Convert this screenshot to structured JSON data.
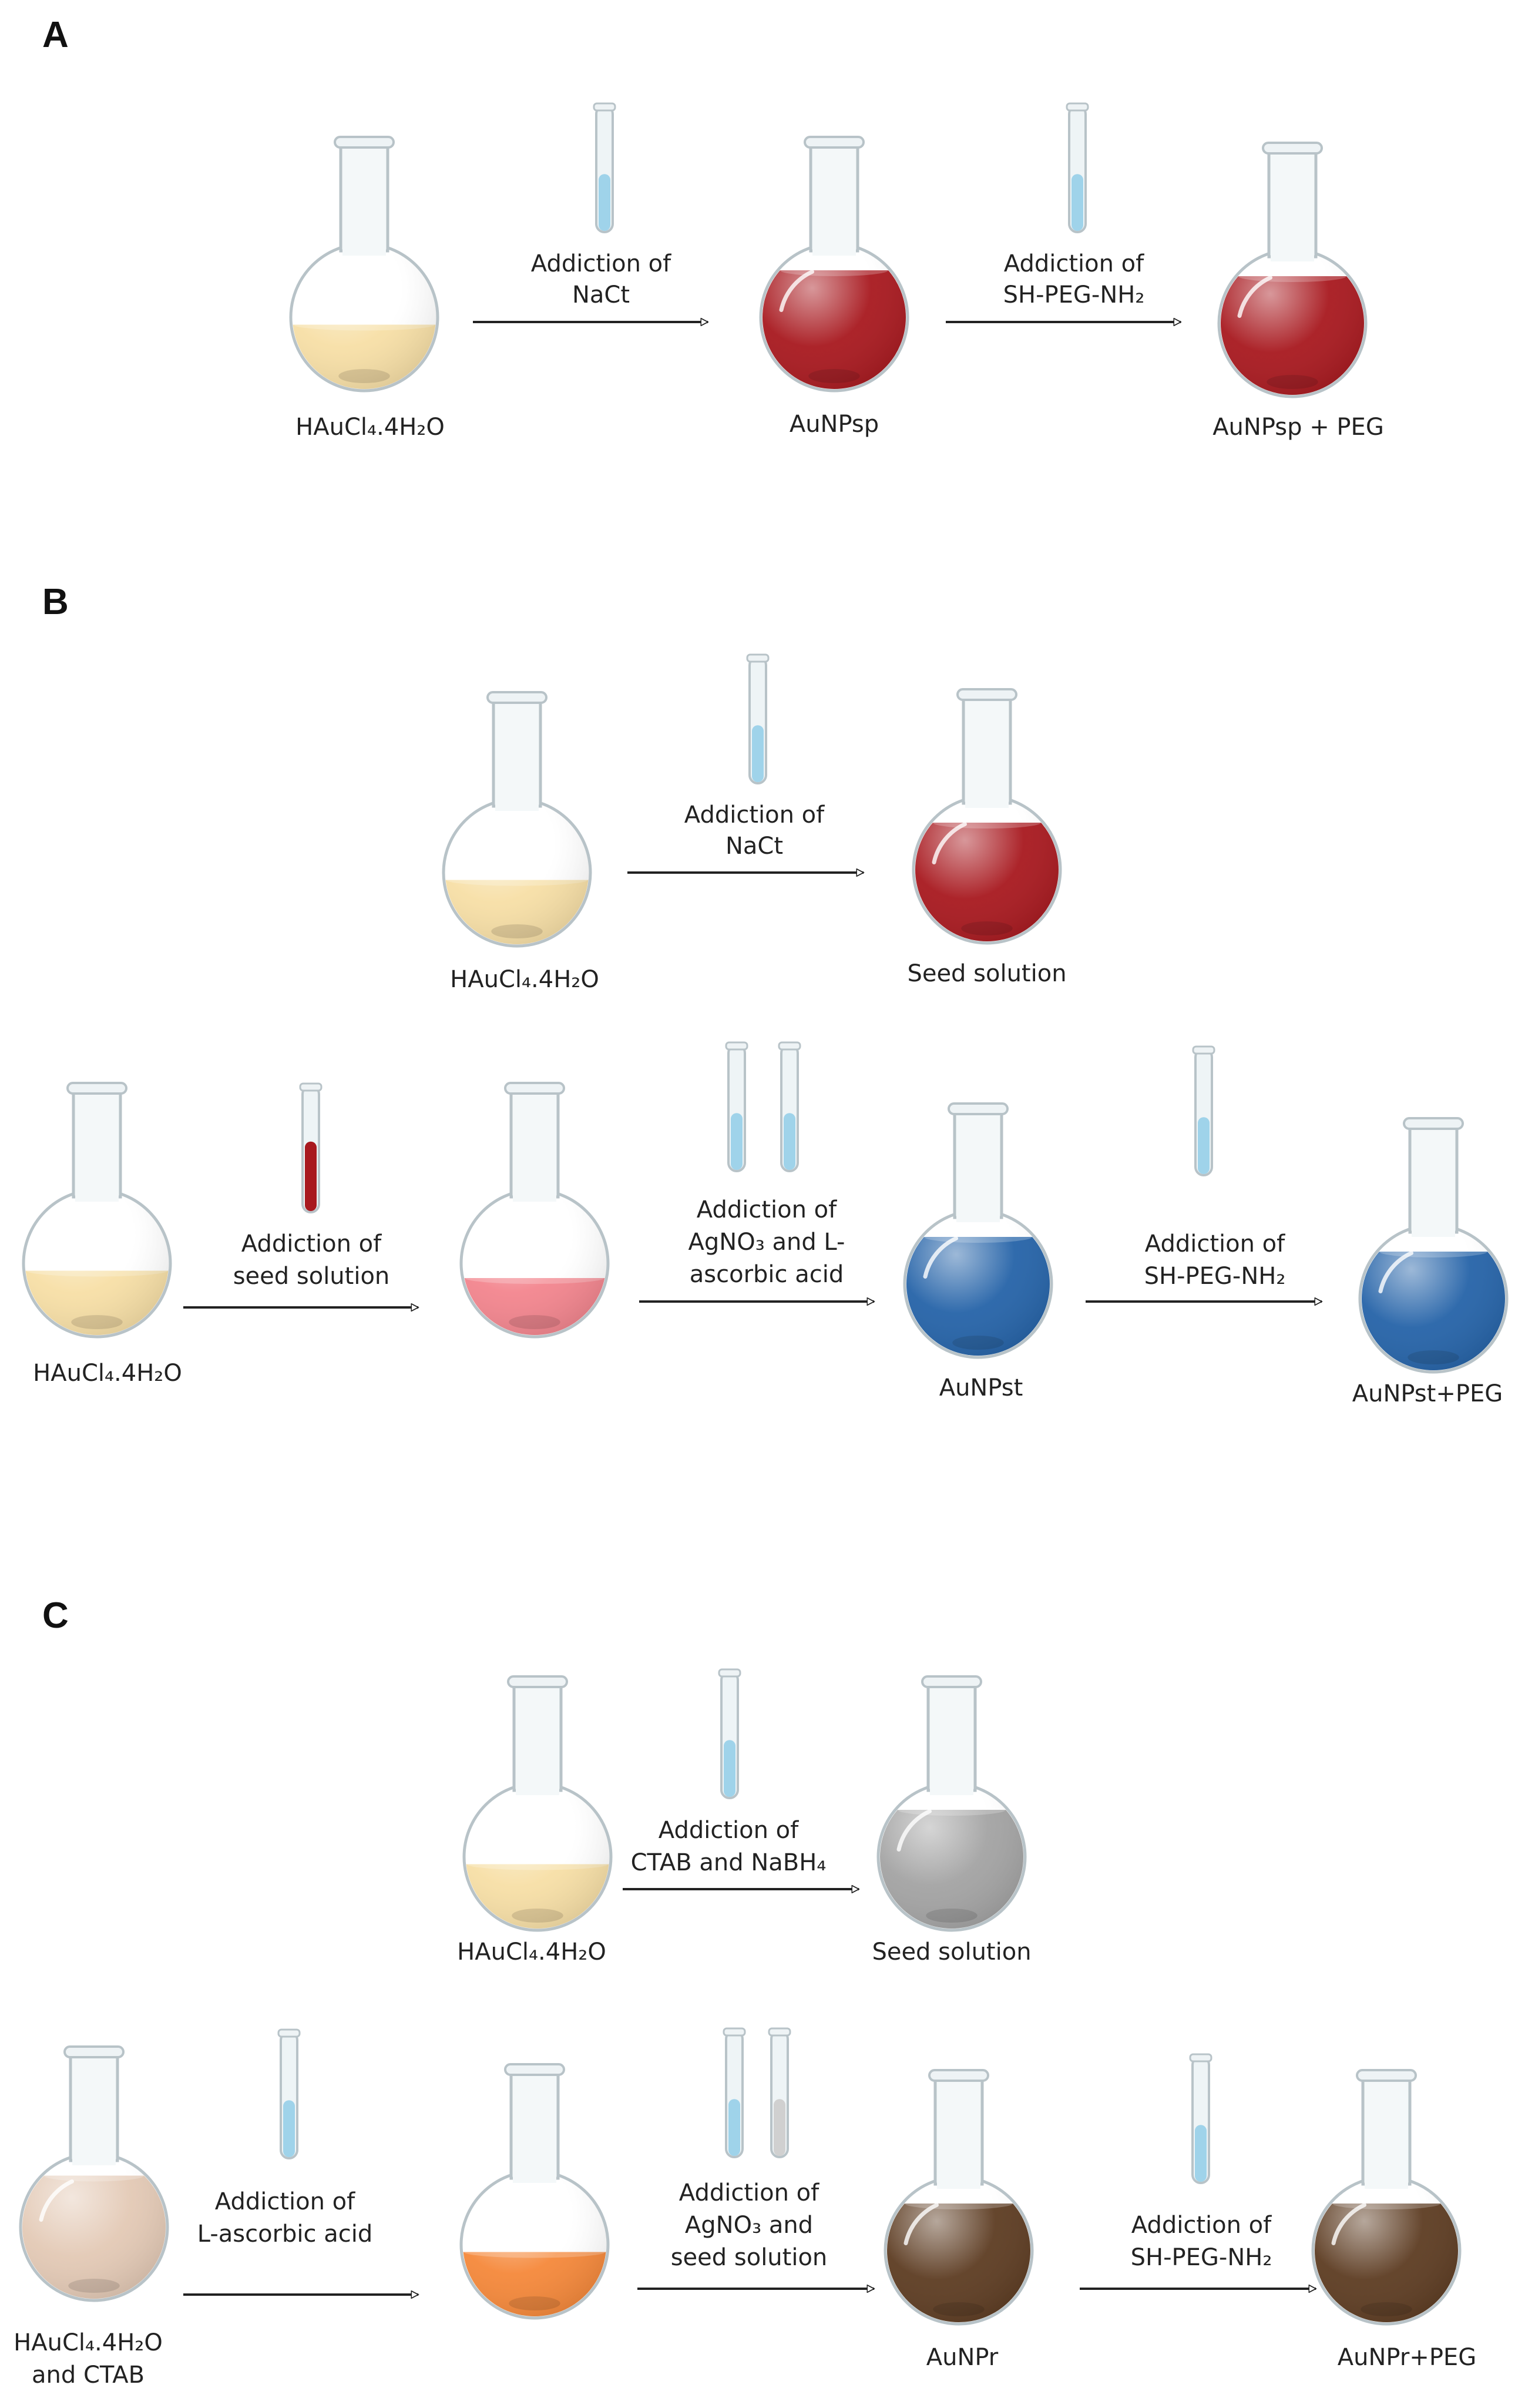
{
  "panels": {
    "A": {
      "letter": "A",
      "step1": {
        "line1": "Addiction of",
        "line2": "NaCt"
      },
      "step2": {
        "line1": "Addiction of",
        "line2": "SH-PEG-NH₂"
      },
      "labels": {
        "start": "HAuCl₄.4H₂O",
        "mid": "AuNPsp",
        "end": "AuNPsp + PEG"
      }
    },
    "B": {
      "letter": "B",
      "seed": {
        "step": {
          "line1": "Addiction of",
          "line2": "NaCt"
        },
        "labels": {
          "start": "HAuCl₄.4H₂O",
          "end": "Seed solution"
        }
      },
      "growth": {
        "step1": {
          "line1": "Addiction of",
          "line2": "seed solution"
        },
        "step2": {
          "line1": "Addiction of",
          "line2": "AgNO₃ and L-",
          "line3": "ascorbic acid"
        },
        "step3": {
          "line1": "Addiction of",
          "line2": "SH-PEG-NH₂"
        },
        "labels": {
          "start": "HAuCl₄.4H₂O",
          "product": "AuNPst",
          "end": "AuNPst+PEG"
        }
      }
    },
    "C": {
      "letter": "C",
      "seed": {
        "step": {
          "line1": "Addiction of",
          "line2": "CTAB and NaBH₄"
        },
        "labels": {
          "start": "HAuCl₄.4H₂O",
          "end": "Seed solution"
        }
      },
      "growth": {
        "step1": {
          "line1": "Addiction of",
          "line2": "L-ascorbic acid"
        },
        "step2": {
          "line1": "Addiction of",
          "line2": "AgNO₃ and",
          "line3": "seed solution"
        },
        "step3": {
          "line1": "Addiction of",
          "line2": "SH-PEG-NH₂"
        },
        "labels": {
          "start_line1": "HAuCl₄.4H₂O",
          "start_line2": "and CTAB",
          "product": "AuNPr",
          "end": "AuNPr+PEG"
        }
      }
    }
  },
  "colors": {
    "gold": "#f7dfa6",
    "red": "#a8191f",
    "pink": "#f3858e",
    "blue": "#2563a8",
    "grey": "#a3a3a3",
    "beige": "#e3c9b5",
    "orange": "#f5883a",
    "brown": "#5d3c22",
    "reagent": "#9fd3ea",
    "reagent_grey": "#d0d0d0"
  }
}
